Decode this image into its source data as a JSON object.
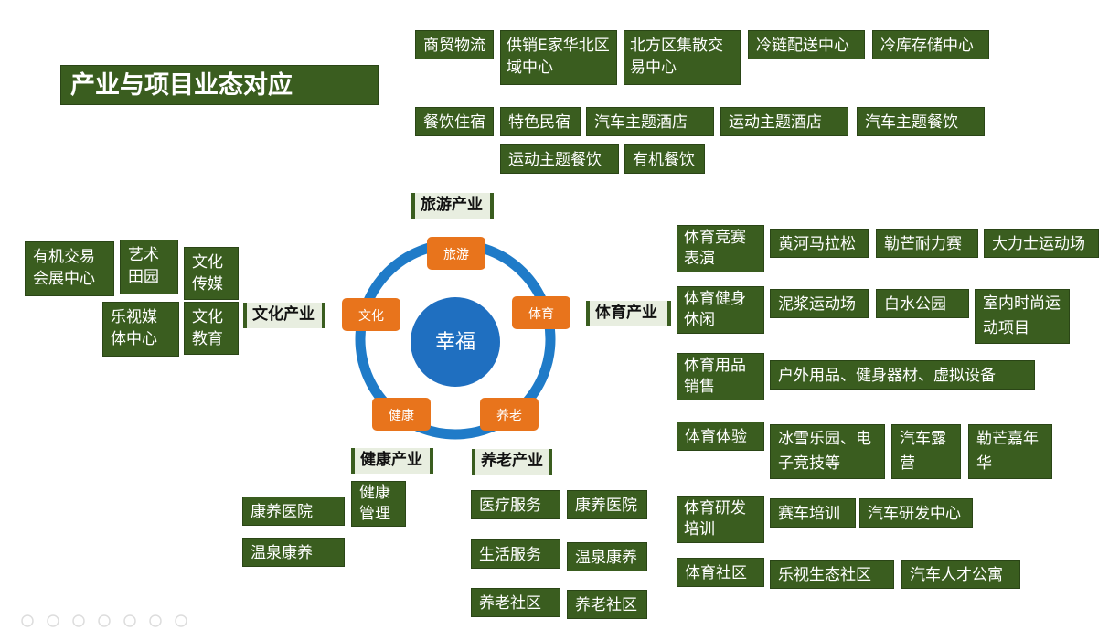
{
  "title": "产业与项目业态对应",
  "colors": {
    "box_green": "#3a5d1f",
    "node_orange": "#e8741c",
    "ring_blue": "#1f7bc8",
    "center_blue": "#1f6fc0"
  },
  "cycle": {
    "center": "幸福",
    "nodes": [
      "旅游",
      "体育",
      "养老",
      "健康",
      "文化"
    ]
  },
  "categories": {
    "tourism": "旅游产业",
    "sports": "体育产业",
    "culture": "文化产业",
    "health": "健康产业",
    "elderly": "养老产业"
  },
  "tourism": {
    "trade_label": "商贸物流",
    "trade_items": [
      "供销E家华北区域中心",
      "北方区集散交易中心",
      "冷链配送中心",
      "冷库存储中心"
    ],
    "food_label": "餐饮住宿",
    "food_items": [
      "特色民宿",
      "汽车主题酒店",
      "运动主题酒店",
      "汽车主题餐饮",
      "运动主题餐饮",
      "有机餐饮"
    ]
  },
  "sports": {
    "rows": [
      {
        "label": "体育竞赛表演",
        "items": [
          "黄河马拉松",
          "勒芒耐力赛",
          "大力士运动场"
        ]
      },
      {
        "label": "体育健身休闲",
        "items": [
          "泥浆运动场",
          "白水公园",
          "室内时尚运动项目"
        ]
      },
      {
        "label": "体育用品销售",
        "items": [
          "户外用品、健身器材、虚拟设备"
        ]
      },
      {
        "label": "体育体验",
        "items": [
          "冰雪乐园、电子竞技等",
          "汽车露营",
          "勒芒嘉年华"
        ]
      },
      {
        "label": "体育研发培训",
        "items": [
          "赛车培训",
          "汽车研发中心"
        ]
      },
      {
        "label": "体育社区",
        "items": [
          "乐视生态社区",
          "汽车人才公寓"
        ]
      }
    ]
  },
  "culture": {
    "items": [
      "有机交易会展中心",
      "艺术田园",
      "文化传媒",
      "乐视媒体中心",
      "文化教育"
    ]
  },
  "health": {
    "items": [
      "康养医院",
      "健康管理",
      "温泉康养"
    ]
  },
  "elderly": {
    "rows": [
      {
        "label": "医疗服务",
        "item": "康养医院"
      },
      {
        "label": "生活服务",
        "item": "温泉康养"
      },
      {
        "label": "养老社区",
        "item": "养老社区"
      }
    ]
  }
}
